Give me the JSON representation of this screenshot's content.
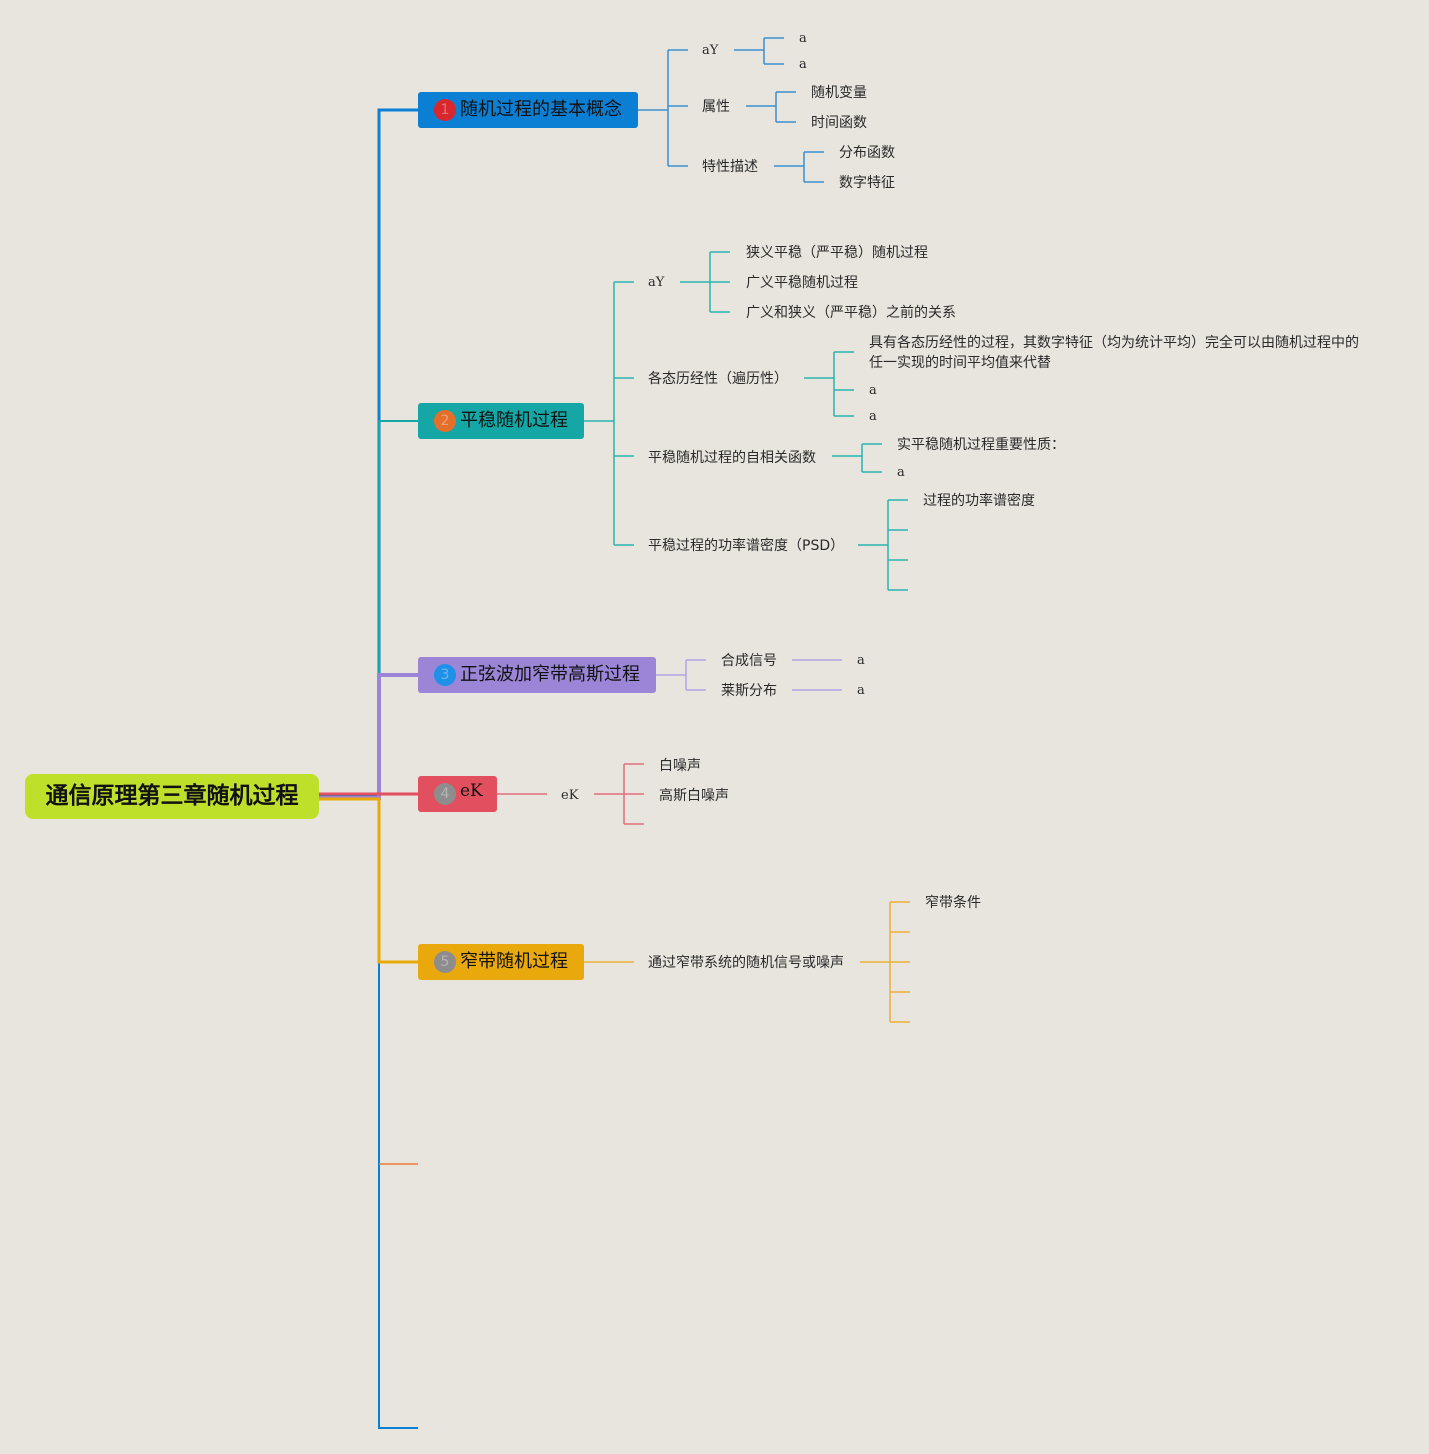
{
  "root": {
    "title": "通信原理第三章随机过程"
  },
  "colors": {
    "background": "#e8e5de",
    "root": "#bfe02b",
    "branch1": "#0b7fd4",
    "branch2": "#14a7a5",
    "branch3": "#9b85d6",
    "branch4": "#e24f5e",
    "branch5": "#e9a90c",
    "extra_orange": "#f07a3a",
    "num_red": "#d9272e",
    "num_orange": "#e46f2b",
    "num_blue": "#1e90e8",
    "num_grey": "#8d8d8d"
  },
  "branches": [
    {
      "num": "1",
      "label": "随机过程的基本概念",
      "children": [
        {
          "label": "aY",
          "children": [
            "a",
            "a"
          ]
        },
        {
          "label": "属性",
          "children": [
            "随机变量",
            "时间函数"
          ]
        },
        {
          "label": "特性描述",
          "children": [
            "分布函数",
            "数字特征"
          ]
        }
      ]
    },
    {
      "num": "2",
      "label": "平稳随机过程",
      "children": [
        {
          "label": "aY",
          "children": [
            "狭义平稳（严平稳）随机过程",
            "广义平稳随机过程",
            "广义和狭义（严平稳）之前的关系"
          ]
        },
        {
          "label": "各态历经性（遍历性）",
          "children": [
            "具有各态历经性的过程，其数字特征（均为统计平均）完全可以由随机过程中的",
            "任一实现的时间平均值来代替",
            "a",
            "a"
          ]
        },
        {
          "label": "平稳随机过程的自相关函数",
          "children": [
            "实平稳随机过程重要性质：",
            "a"
          ]
        },
        {
          "label": "平稳过程的功率谱密度（PSD）",
          "children": [
            "过程的功率谱密度"
          ]
        }
      ]
    },
    {
      "num": "3",
      "label": "正弦波加窄带高斯过程",
      "children": [
        {
          "label": "合成信号",
          "children": [
            "a"
          ]
        },
        {
          "label": "莱斯分布",
          "children": [
            "a"
          ]
        }
      ]
    },
    {
      "num": "4",
      "label": "eK",
      "children": [
        {
          "label": "eK",
          "children": [
            "白噪声",
            "高斯白噪声"
          ]
        }
      ]
    },
    {
      "num": "5",
      "label": "窄带随机过程",
      "children": [
        {
          "label": "通过窄带系统的随机信号或噪声",
          "children": [
            "窄带条件"
          ]
        }
      ]
    }
  ]
}
